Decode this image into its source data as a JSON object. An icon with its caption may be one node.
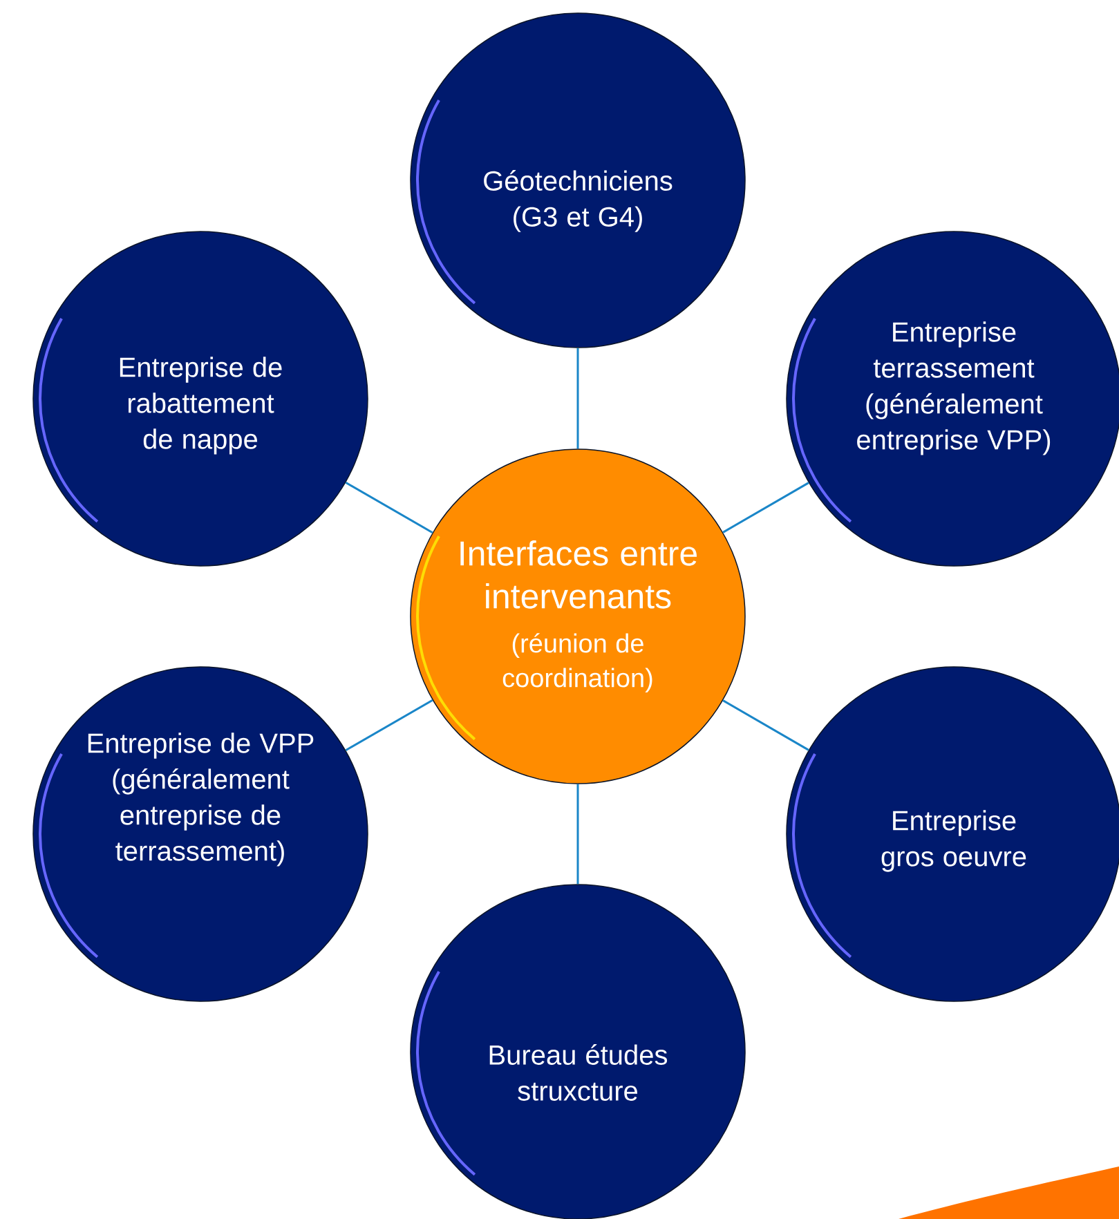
{
  "diagram": {
    "nodes": [
      {
        "text": [
          "Géotechniciens (G3 et G4)"
        ]
      },
      {
        "text": [
          "Entreprise de rabattement de nappe"
        ]
      },
      {
        "text": [
          "Entreprise terrassement (généralement entreprise VPP)"
        ]
      },
      {
        "text": [
          "Interfaces entre intervenants",
          "(réunion de coordination)"
        ]
      },
      {
        "text": [
          "Entreprise de VPP (généralement entreprise de terrassement)"
        ]
      },
      {
        "text": [
          "Entreprise gros oeuvre"
        ]
      },
      {
        "text": [
          "Bureau études struxcture"
        ]
      }
    ],
    "edges": [
      {
        "from": 3,
        "to": 0,
        "arrow": "none"
      },
      {
        "from": 3,
        "to": 1,
        "arrow": "none"
      },
      {
        "from": 3,
        "to": 2,
        "arrow": "none"
      },
      {
        "from": 3,
        "to": 4,
        "arrow": "none"
      },
      {
        "from": 3,
        "to": 5,
        "arrow": "none"
      },
      {
        "from": 3,
        "to": 6,
        "arrow": "none"
      }
    ]
  }
}
